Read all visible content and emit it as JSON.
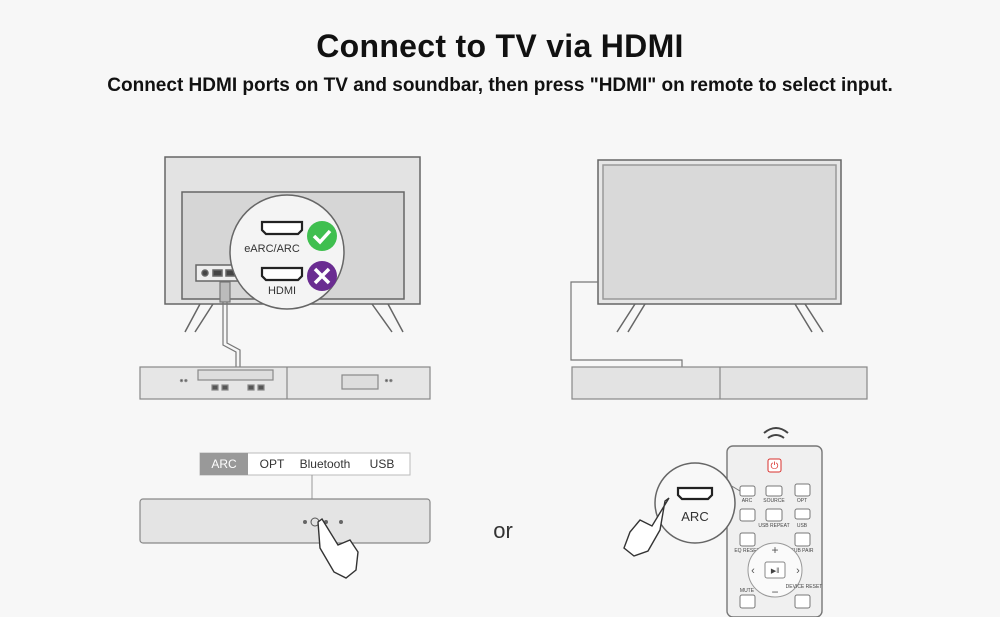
{
  "header": {
    "title": "Connect to TV via HDMI",
    "subtitle": "Connect HDMI ports on TV and soundbar, then press \"HDMI\" on remote to select input."
  },
  "tv_ports_callout": {
    "port_earc": {
      "label": "eARC/ARC",
      "status": "check-icon"
    },
    "port_hdmi": {
      "label": "HDMI",
      "status": "cross-icon"
    }
  },
  "input_selector": {
    "options": [
      "ARC",
      "OPT",
      "Bluetooth",
      "USB"
    ],
    "selected": "ARC"
  },
  "separator_text": "or",
  "remote_callout": {
    "label": "ARC"
  },
  "remote": {
    "buttons": [
      {
        "label": "ARC"
      },
      {
        "label": "SOURCE"
      },
      {
        "label": "OPT"
      },
      {
        "label": "USB\nREPEAT"
      },
      {
        "label": "USB"
      },
      {
        "label": "EQ\nRESET"
      },
      {
        "label": "SUB\nPAIR"
      },
      {
        "label": "MUTE"
      },
      {
        "label": "DEVICE\nRESET"
      }
    ]
  },
  "colors": {
    "check": "#3fbf4f",
    "cross": "#6a2c91",
    "selected_tab": "#999999",
    "power": "#d9302c"
  }
}
